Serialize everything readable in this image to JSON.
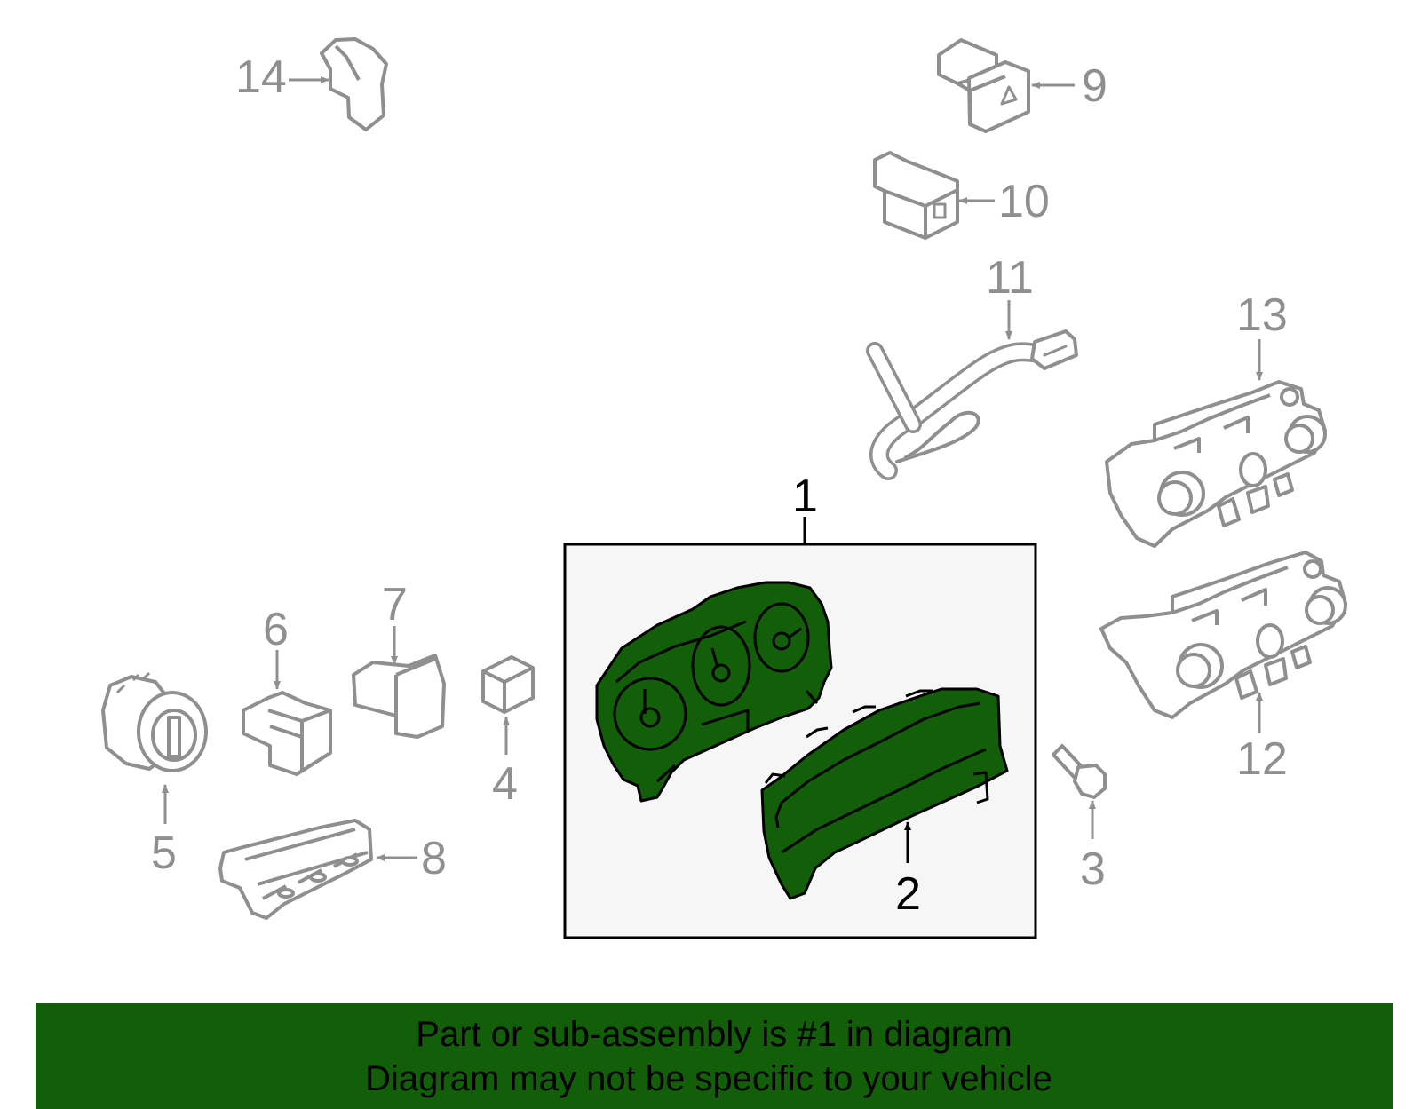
{
  "colors": {
    "highlight_fill": "#125e09",
    "box_fill": "#f6f6f6",
    "other_part_stroke": "#8f8f8f",
    "other_label": "#8f8f8f",
    "highlight_label": "#000000",
    "banner_fill": "#125e09",
    "banner_text": "#000000"
  },
  "callouts": {
    "c1": "1",
    "c2": "2",
    "c3": "3",
    "c4": "4",
    "c5": "5",
    "c6": "6",
    "c7": "7",
    "c8": "8",
    "c9": "9",
    "c10": "10",
    "c11": "11",
    "c12": "12",
    "c13": "13",
    "c14": "14"
  },
  "banner": {
    "line1": "Part or sub-assembly is #1 in diagram",
    "line2": "Diagram may not be specific to your vehicle"
  }
}
